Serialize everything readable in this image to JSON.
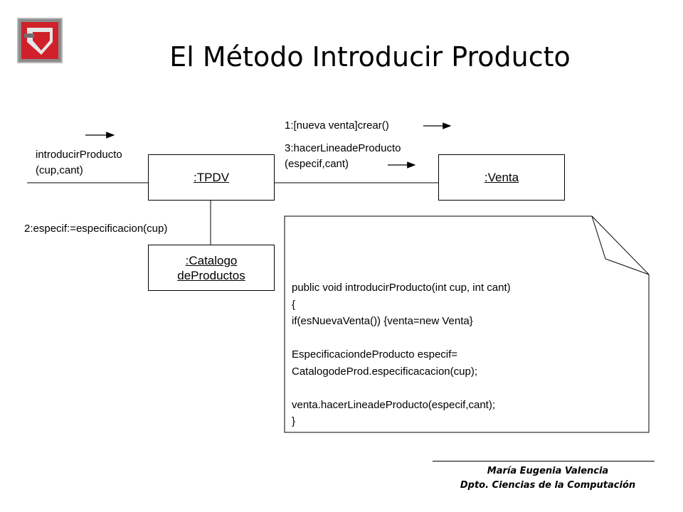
{
  "title": "El Método Introducir Producto",
  "objects": {
    "tpdv": ":TPDV",
    "venta": ":Venta",
    "catalogo_line1": ":Catalogo",
    "catalogo_line2": "deProductos"
  },
  "messages": {
    "m0_line1": "introducirProducto",
    "m0_line2": "(cup,cant)",
    "m1": "1:[nueva venta]crear()",
    "m2": "2:especif:=especificacion(cup)",
    "m3_line1": "3:hacerLineadeProducto",
    "m3_line2": "(especif,cant)"
  },
  "note_lines": [
    "public void introducirProducto(int cup, int cant)",
    "{",
    "if(esNuevaVenta()) {venta=new Venta}",
    "",
    "EspecificaciondeProducto especif=",
    "CatalogodeProd.especificacacion(cup);",
    "",
    "venta.hacerLineadeProducto(especif,cant);",
    "}"
  ],
  "footer": {
    "author": "María Eugenia Valencia",
    "department": "Dpto. Ciencias de la Computación"
  },
  "colors": {
    "logo_red": "#d0202a",
    "logo_gray": "#a0a0a0"
  }
}
